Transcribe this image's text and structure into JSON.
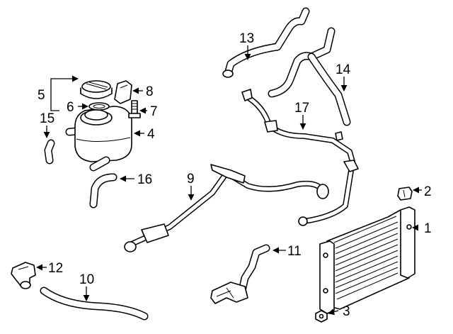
{
  "callouts": {
    "c1": "1",
    "c2": "2",
    "c3": "3",
    "c4": "4",
    "c5": "5",
    "c6": "6",
    "c7": "7",
    "c8": "8",
    "c9": "9",
    "c10": "10",
    "c11": "11",
    "c12": "12",
    "c13": "13",
    "c14": "14",
    "c15": "15",
    "c16": "16",
    "c17": "17"
  },
  "colors": {
    "line": "#000000",
    "background": "#ffffff"
  }
}
